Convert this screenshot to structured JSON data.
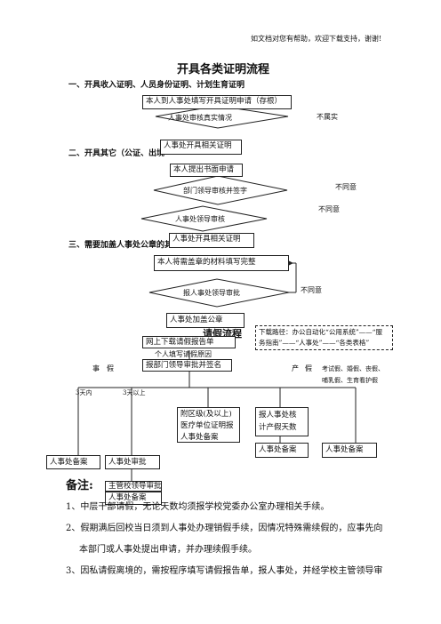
{
  "header_note": "如文档对您有帮助，欢迎下载支持，谢谢!",
  "title": "开具各类证明流程",
  "section1": {
    "heading": "一、开具收入证明、人员身份证明、计划生育证明",
    "step1": "本人到人事处填写开具证明申请（存根）",
    "diamond": "人事处审核真实情况",
    "reject": "不属实"
  },
  "section2": {
    "heading": "二、开具其它（公证、出境",
    "step1": "人事处开具相关证明",
    "step2": "本人提出书面申请",
    "diamond1": "部门领导审核并签字",
    "reject1": "不同意",
    "diamond2": "人事处领导审核",
    "reject2": "不同意"
  },
  "section3": {
    "heading": "三、需要加盖人事处公章的其",
    "step0": "人事处开具相关证明",
    "step1": "本人将需盖章的材料填写完整",
    "diamond": "报人事处领导审批",
    "reject": "不同意",
    "step2": "人事处加盖公章"
  },
  "leave": {
    "heading": "请假流程",
    "download_note_line1": "下载路径：办公自动化“公用系统”——“服",
    "download_note_line2": "务指南”——“人事处”——“各类表格”",
    "online_form": "网上下载请假报告单",
    "fill_reason": "个人填写请假原因",
    "dept_sign": "报部门领导审批并签名",
    "sick_leave": "事假",
    "maternity_leave": "产假",
    "other_leaves_line1": "考试假、婚假、丧假、",
    "other_leaves_line2": "哺乳假、生育看护假",
    "within_3": "3天内",
    "over_3": "3天以上",
    "record1": "人事处备案",
    "approve": "人事处审批",
    "hospital_line1": "附区级(及以上)",
    "hospital_line2": "医疗单位证明报",
    "hospital_line3": "人事处备案",
    "maternity_check_line1": "报人事处核",
    "maternity_check_line2": "计产假天数",
    "record_other": "人事处备案",
    "record_maternity": "人事处备案",
    "leader_approve": "主管校领导审批",
    "record_final": "人事处备案"
  },
  "remarks": {
    "heading": "备注:",
    "item1": "1、中层干部请假，无论天数均须报学校党委办公室办理相关手续。",
    "item2a": "2、假期满后回校当日须到人事处办理销假手续，因情况特殊需续假的，应事先向",
    "item2b": "本部门或人事处提出申请，并办理续假手续。",
    "item3": "3、因私请假离境的，需按程序填写请假报告单，报人事处，并经学校主管领导审"
  }
}
